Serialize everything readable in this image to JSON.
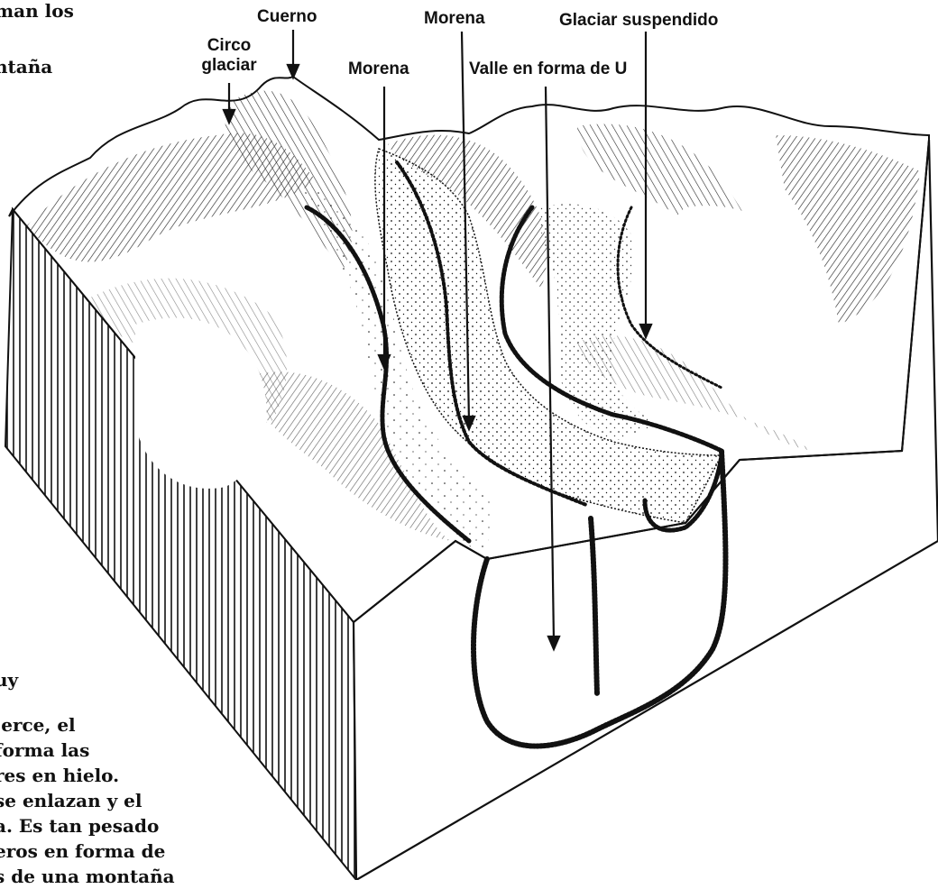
{
  "diagram": {
    "labels": {
      "cuerno": "Cuerno",
      "morena_top": "Morena",
      "glaciar_suspendido": "Glaciar suspendido",
      "circo_line1": "Circo",
      "circo_line2": "glaciar",
      "morena_left": "Morena",
      "valle_u": "Valle en forma de U"
    }
  },
  "cropped_text": {
    "top": [
      "man los",
      "ntaña"
    ],
    "bottom": [
      "uy",
      "jerce, el",
      "forma las",
      "res en hielo.",
      "se enlazan y el",
      "a. Es tan pesado",
      "eros en forma de",
      "s de una montaña"
    ]
  },
  "colors": {
    "ink": "#111111",
    "paper": "#ffffff"
  }
}
